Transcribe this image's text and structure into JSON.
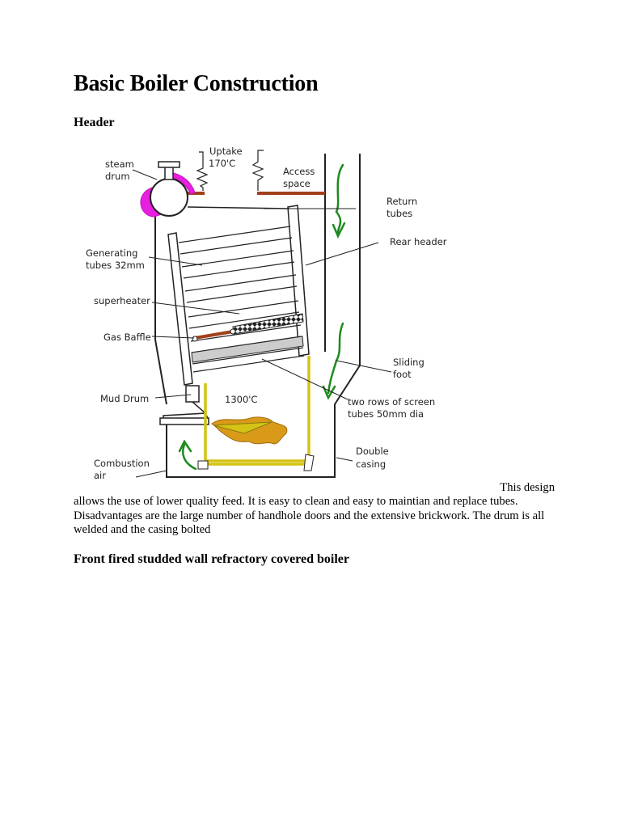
{
  "page_title": "Basic Boiler Construction",
  "section_heading": "Header",
  "diagram_labels": {
    "steam_drum_1": "steam",
    "steam_drum_2": "drum",
    "uptake_1": "Uptake",
    "uptake_2": "170'C",
    "access_1": "Access",
    "access_2": "space",
    "return_1": "Return",
    "return_2": "tubes",
    "rear_header": "Rear header",
    "generating_1": "Generating",
    "generating_2": "tubes 32mm",
    "superheater": "superheater",
    "gas_baffle": "Gas Baffle",
    "sliding_1": "Sliding",
    "sliding_2": "foot",
    "mud_drum": "Mud Drum",
    "temp": "1300'C",
    "screen_1": "two rows of screen",
    "screen_2": "tubes 50mm dia",
    "double_1": "Double",
    "double_2": "casing",
    "combustion_1": "Combustion",
    "combustion_2": "air"
  },
  "colors": {
    "steam_drum": "#e81ee0",
    "flow_arrows": "#1e8a1e",
    "screen_tubes": "#d4c314",
    "flame": "#d99a1a",
    "baffle": "#a0401a"
  },
  "paragraph": {
    "lead": "This design",
    "body": "allows the use of lower quality feed. It is easy to clean and easy to maintian and replace tubes. Disadvantages are the large number of handhole doors and the extensive brickwork. The drum is all welded and the casing bolted"
  },
  "next_heading": "Front fired studded wall refractory covered boiler"
}
